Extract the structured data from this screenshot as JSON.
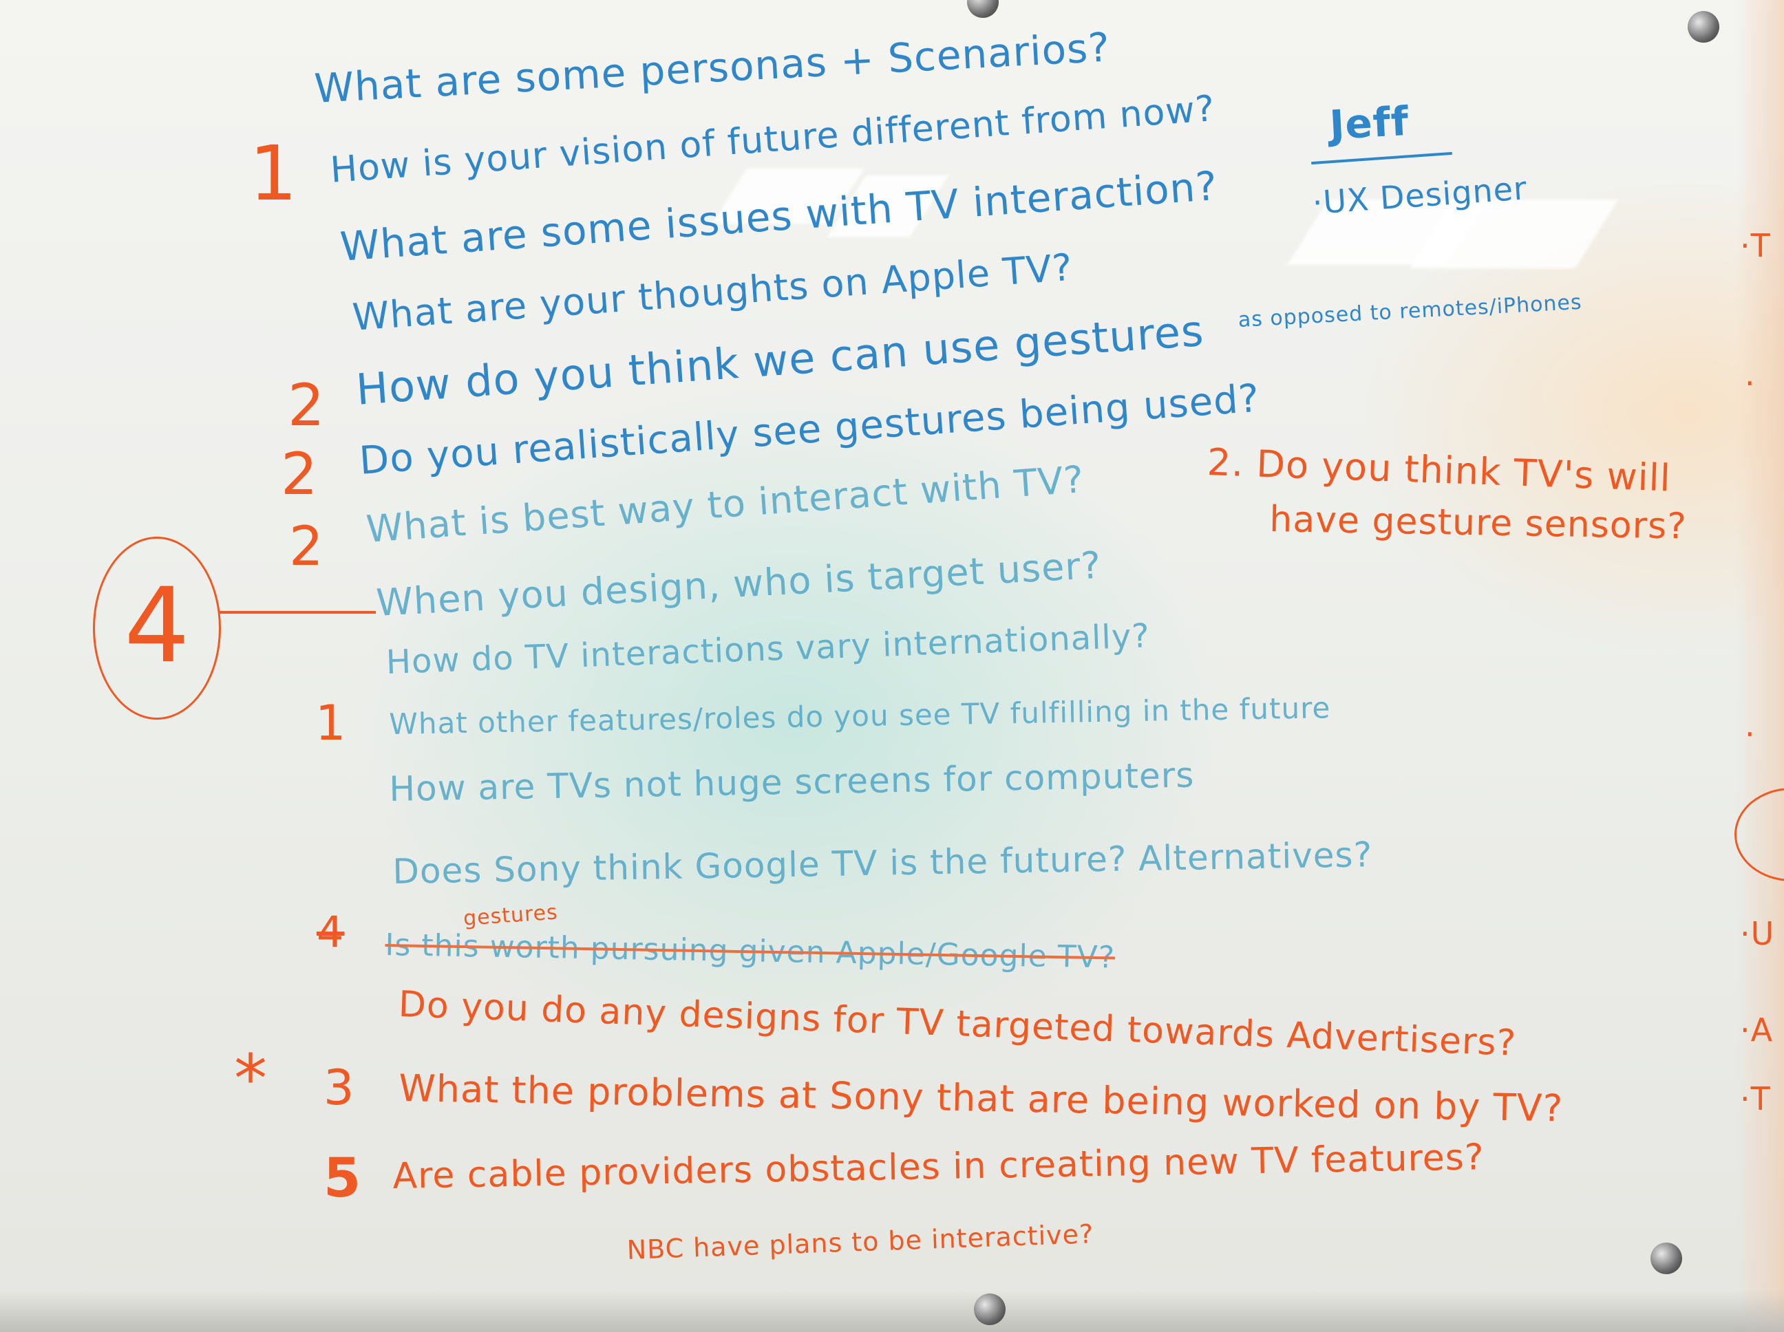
{
  "whiteboard": {
    "blue_questions": [
      "What are some personas + Scenarios?",
      "How is your vision of future different from now?",
      "What are some issues with TV interaction?",
      "What are your thoughts on Apple TV?",
      "as opposed to remotes/iPhones",
      "How do you think we can use gestures",
      "Do you realistically see gestures being used?",
      "What is best way to interact with TV?",
      "When you design, who is target user?",
      "How do TV interactions vary internationally?",
      "What other features/roles do you see TV fulfilling in the future",
      "How are TVs not huge screens for computers",
      "Does Sony think Google TV is the future? Alternatives?",
      "Is this worth pursuing given Apple/Google TV?"
    ],
    "jeff_note": {
      "name": "Jeff",
      "role": "·UX Designer"
    },
    "orange_notes": {
      "num_1_top": "1",
      "num_2a": "2",
      "num_2b": "2",
      "num_2c": "2",
      "circled_4": "4",
      "num_1_mid": "1",
      "num_4_struck": "4",
      "gestures_insert": "gestures",
      "star": "*",
      "num_3": "3",
      "num_5": "5",
      "side_question_line1": "2. Do you think TV's will",
      "side_question_line2": "have gesture sensors?",
      "advertisers_question": "Do you do any designs for TV targeted towards Advertisers?",
      "sony_problems_question": "What the problems at Sony that are being worked on by TV?",
      "cable_question": "Are cable providers obstacles in creating new TV features?",
      "nbc_question": "NBC have plans to be interactive?"
    },
    "right_edge_bullets": [
      "·T",
      "·",
      "·",
      "·U",
      "·A",
      "·T"
    ]
  }
}
